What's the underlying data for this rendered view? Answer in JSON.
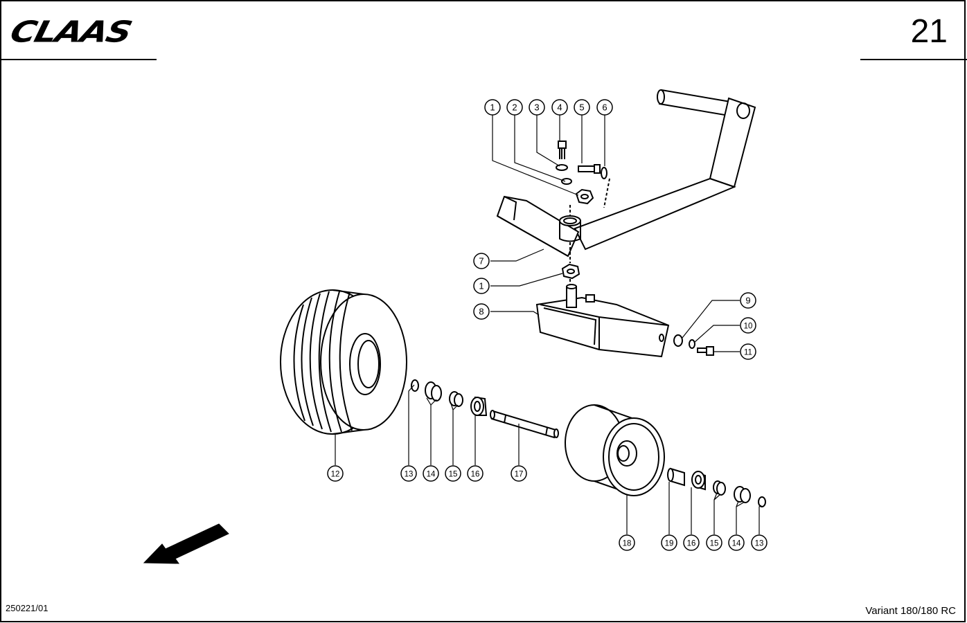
{
  "header": {
    "brand": "CLAAS",
    "page_number": "21"
  },
  "footer": {
    "document_code": "250221/01",
    "model": "Variant 180/180 RC"
  },
  "callouts": [
    {
      "id": "c1a",
      "label": "1"
    },
    {
      "id": "c2",
      "label": "2"
    },
    {
      "id": "c3",
      "label": "3"
    },
    {
      "id": "c4",
      "label": "4"
    },
    {
      "id": "c5",
      "label": "5"
    },
    {
      "id": "c6",
      "label": "6"
    },
    {
      "id": "c7",
      "label": "7"
    },
    {
      "id": "c1b",
      "label": "1"
    },
    {
      "id": "c8",
      "label": "8"
    },
    {
      "id": "c9",
      "label": "9"
    },
    {
      "id": "c10",
      "label": "10"
    },
    {
      "id": "c11",
      "label": "11"
    },
    {
      "id": "c12",
      "label": "12"
    },
    {
      "id": "c13a",
      "label": "13"
    },
    {
      "id": "c14a",
      "label": "14"
    },
    {
      "id": "c15a",
      "label": "15"
    },
    {
      "id": "c16a",
      "label": "16"
    },
    {
      "id": "c17",
      "label": "17"
    },
    {
      "id": "c18",
      "label": "18"
    },
    {
      "id": "c19",
      "label": "19"
    },
    {
      "id": "c16b",
      "label": "16"
    },
    {
      "id": "c15b",
      "label": "15"
    },
    {
      "id": "c14b",
      "label": "14"
    },
    {
      "id": "c13b",
      "label": "13"
    }
  ]
}
